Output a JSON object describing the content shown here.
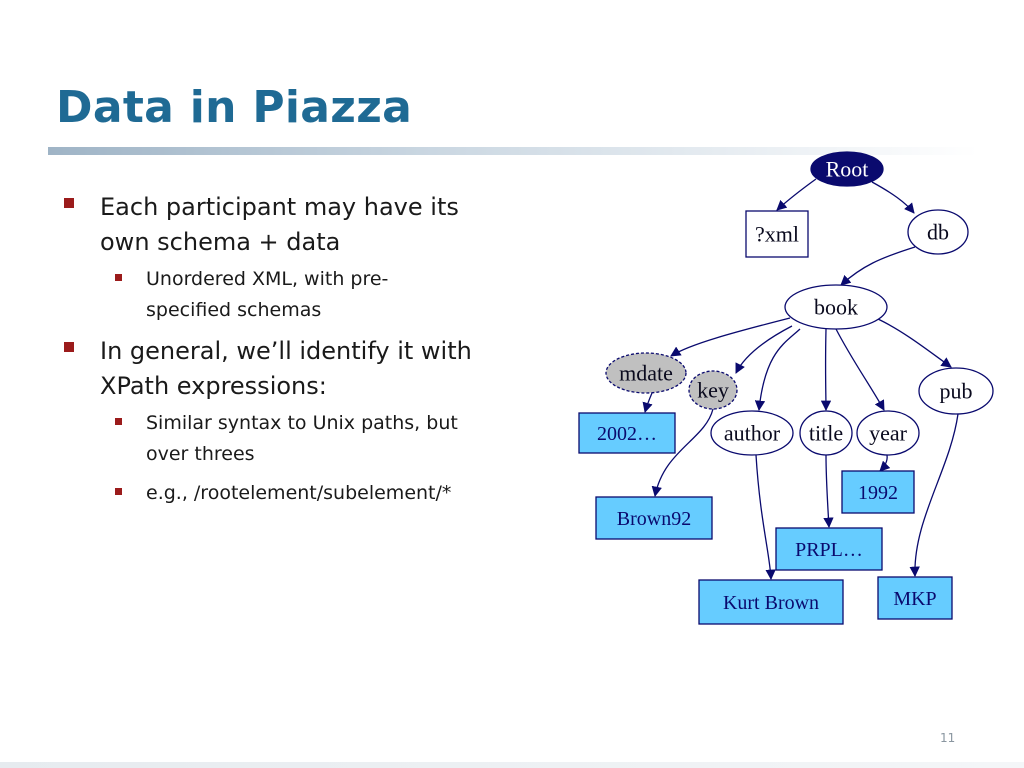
{
  "slide": {
    "title": "Data in Piazza",
    "page_number": "11"
  },
  "bullets": [
    {
      "text": "Each participant may have its own schema + data",
      "lines": [
        "Each participant may have its",
        "own schema + data"
      ]
    },
    {
      "text": "Unordered XML, with pre-specified schemas",
      "lines": [
        "Unordered XML, with pre-",
        "specified schemas"
      ]
    },
    {
      "text": "In general, we’ll identify it with XPath expressions:",
      "lines": [
        "In general, we’ll identify it with",
        "XPath expressions:"
      ]
    },
    {
      "text": "Similar syntax to Unix paths, but over threes",
      "lines": [
        "Similar syntax to Unix paths, but",
        "over threes"
      ]
    },
    {
      "text": "e.g., /rootelement/subelement/*",
      "lines": [
        "e.g., /rootelement/subelement/*"
      ]
    }
  ],
  "tree": {
    "nodes": [
      {
        "id": "root",
        "label": "Root"
      },
      {
        "id": "xml",
        "label": "?xml"
      },
      {
        "id": "db",
        "label": "db"
      },
      {
        "id": "book",
        "label": "book"
      },
      {
        "id": "mdate",
        "label": "mdate"
      },
      {
        "id": "key",
        "label": "key"
      },
      {
        "id": "author",
        "label": "author"
      },
      {
        "id": "title",
        "label": "title"
      },
      {
        "id": "year",
        "label": "year"
      },
      {
        "id": "pub",
        "label": "pub"
      },
      {
        "id": "v2002",
        "label": "2002…"
      },
      {
        "id": "brown92",
        "label": "Brown92"
      },
      {
        "id": "kurt",
        "label": "Kurt Brown"
      },
      {
        "id": "prpl",
        "label": "PRPL…"
      },
      {
        "id": "v1992",
        "label": "1992"
      },
      {
        "id": "mkp",
        "label": "MKP"
      }
    ],
    "edges": [
      [
        "root",
        "xml"
      ],
      [
        "root",
        "db"
      ],
      [
        "db",
        "book"
      ],
      [
        "book",
        "mdate"
      ],
      [
        "book",
        "key"
      ],
      [
        "book",
        "author"
      ],
      [
        "book",
        "title"
      ],
      [
        "book",
        "year"
      ],
      [
        "book",
        "pub"
      ],
      [
        "mdate",
        "v2002"
      ],
      [
        "key",
        "brown92"
      ],
      [
        "author",
        "kurt"
      ],
      [
        "title",
        "prpl"
      ],
      [
        "year",
        "v1992"
      ],
      [
        "pub",
        "mkp"
      ]
    ],
    "colors": {
      "root_fill": "#0a0a6e",
      "attribute_fill": "#c0c0c0",
      "value_fill": "#66ccff",
      "stroke": "#0a0a6e"
    }
  }
}
